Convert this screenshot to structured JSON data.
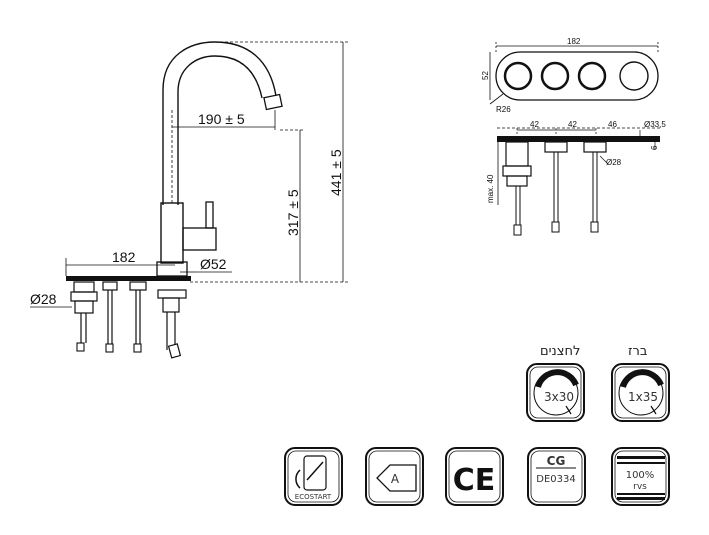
{
  "side_view": {
    "reach": "190 ± 5",
    "spout_height": "317 ± 5",
    "total_height": "441 ± 5",
    "hole_spacing": "182",
    "base_diameter": "Ø52",
    "hose_diameter": "Ø28"
  },
  "top_view": {
    "plate_width": "182",
    "plate_depth": "52",
    "corner_radius": "R26",
    "spacing_1": "42",
    "spacing_2": "42",
    "spacing_3": "46",
    "knob_diameter": "Ø33,5",
    "plate_thickness": "6",
    "valve_diameter": "Ø28",
    "max_depth": "max. 40"
  },
  "rotation_icons": {
    "buttons": {
      "label": "לחצנים",
      "value": "3x30"
    },
    "tap": {
      "label": "ברז",
      "value": "1x35"
    }
  },
  "certifications": {
    "ecostart": "ECOSTART",
    "energy_class": "A",
    "ce": "CE",
    "dvgw_mark": "CG",
    "dvgw_code": "DE0334",
    "steel_percent": "100%",
    "steel_label": "rvs"
  }
}
